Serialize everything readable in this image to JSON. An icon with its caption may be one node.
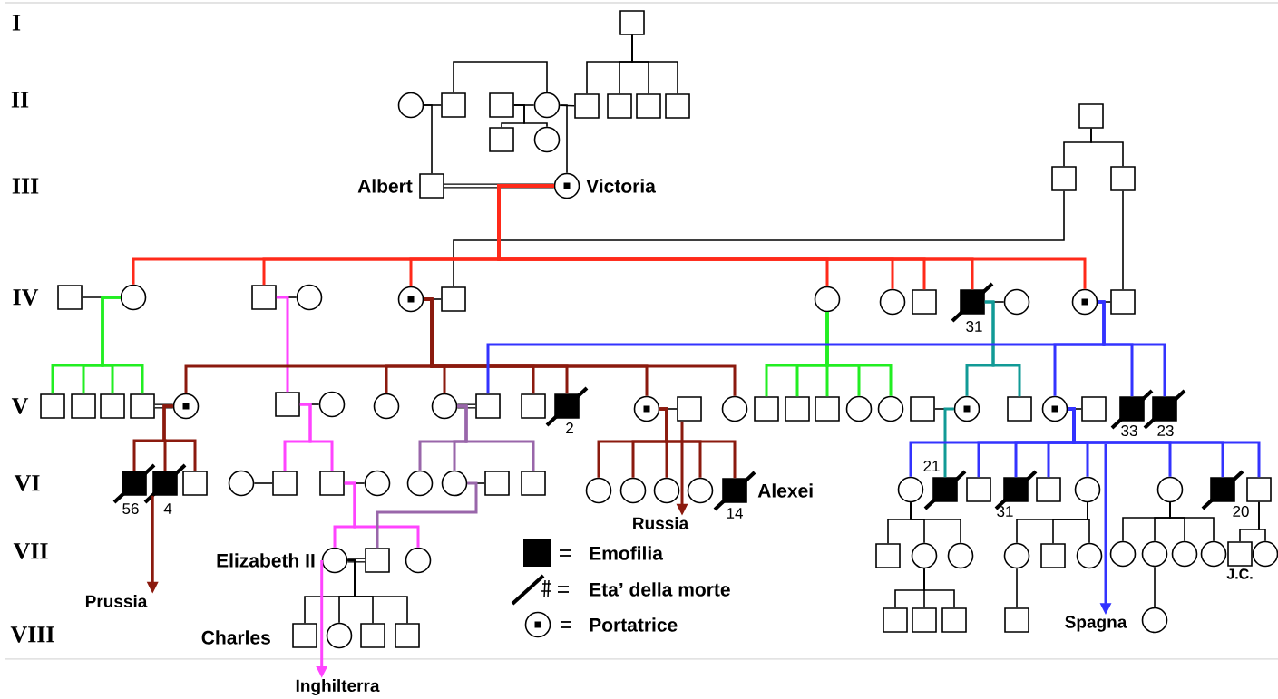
{
  "diagram": {
    "nodes": [
      {
        "text": [],
        "shape": "box"
      },
      {
        "text": [],
        "shape": "box"
      },
      {
        "text": [],
        "shape": "circle"
      },
      {
        "text": [],
        "shape": "box"
      },
      {
        "text": [],
        "shape": "box"
      },
      {
        "text": [],
        "shape": "circle"
      },
      {
        "text": [],
        "shape": "box"
      },
      {
        "text": [],
        "shape": "box"
      },
      {
        "text": [],
        "shape": "box"
      },
      {
        "text": [],
        "shape": "box"
      },
      {
        "text": [],
        "shape": "box"
      },
      {
        "text": [],
        "shape": "circle"
      },
      {
        "text": [],
        "shape": "box"
      },
      {
        "text": [],
        "shape": "box"
      },
      {
        "text": [],
        "shape": "box",
        "beside": [
          "Albert"
        ]
      },
      {
        "text": [],
        "shape": "dot-circle",
        "beside": [
          "Victoria"
        ]
      },
      {
        "text": [],
        "shape": "box"
      },
      {
        "text": [],
        "shape": "circle"
      },
      {
        "text": [],
        "shape": "box"
      },
      {
        "text": [],
        "shape": "circle"
      },
      {
        "text": [],
        "shape": "dot-circle"
      },
      {
        "text": [],
        "shape": "box"
      },
      {
        "text": [],
        "shape": "circle"
      },
      {
        "text": [],
        "shape": "circle"
      },
      {
        "text": [],
        "shape": "box"
      },
      {
        "text": [],
        "shape": "filled-box",
        "beside": [
          "31"
        ]
      },
      {
        "text": [],
        "shape": "circle"
      },
      {
        "text": [],
        "shape": "dot-circle"
      },
      {
        "text": [],
        "shape": "box"
      },
      {
        "text": [],
        "shape": "box"
      },
      {
        "text": [],
        "shape": "box"
      },
      {
        "text": [],
        "shape": "box"
      },
      {
        "text": [],
        "shape": "box"
      },
      {
        "text": [],
        "shape": "dot-circle"
      },
      {
        "text": [],
        "shape": "box"
      },
      {
        "text": [],
        "shape": "circle"
      },
      {
        "text": [],
        "shape": "circle"
      },
      {
        "text": [],
        "shape": "circle"
      },
      {
        "text": [],
        "shape": "box"
      },
      {
        "text": [],
        "shape": "box"
      },
      {
        "text": [],
        "shape": "filled-box",
        "beside": [
          "2"
        ]
      },
      {
        "text": [],
        "shape": "dot-circle"
      },
      {
        "text": [],
        "shape": "box"
      },
      {
        "text": [],
        "shape": "circle"
      },
      {
        "text": [],
        "shape": "box"
      },
      {
        "text": [],
        "shape": "box"
      },
      {
        "text": [],
        "shape": "box"
      },
      {
        "text": [],
        "shape": "circle"
      },
      {
        "text": [],
        "shape": "circle"
      },
      {
        "text": [],
        "shape": "box"
      },
      {
        "text": [],
        "shape": "dot-circle"
      },
      {
        "text": [],
        "shape": "box"
      },
      {
        "text": [],
        "shape": "dot-circle"
      },
      {
        "text": [],
        "shape": "box"
      },
      {
        "text": [],
        "shape": "filled-box",
        "beside": [
          "33"
        ]
      },
      {
        "text": [],
        "shape": "filled-box",
        "beside": [
          "23"
        ]
      },
      {
        "text": [],
        "shape": "filled-box",
        "beside": [
          "56"
        ]
      },
      {
        "text": [],
        "shape": "filled-box",
        "beside": [
          "4"
        ]
      },
      {
        "text": [],
        "shape": "box"
      },
      {
        "text": [],
        "shape": "circle"
      },
      {
        "text": [],
        "shape": "box"
      },
      {
        "text": [],
        "shape": "box"
      },
      {
        "text": [],
        "shape": "circle"
      },
      {
        "text": [],
        "shape": "circle"
      },
      {
        "text": [],
        "shape": "circle"
      },
      {
        "text": [],
        "shape": "box"
      },
      {
        "text": [],
        "shape": "box"
      },
      {
        "text": [],
        "shape": "circle"
      },
      {
        "text": [],
        "shape": "circle"
      },
      {
        "text": [],
        "shape": "circle"
      },
      {
        "text": [],
        "shape": "circle"
      },
      {
        "text": [],
        "shape": "filled-box",
        "beside": [
          "14",
          "Alexei"
        ]
      },
      {
        "text": [],
        "shape": "circle"
      },
      {
        "text": [],
        "shape": "filled-box",
        "beside": [
          "21"
        ]
      },
      {
        "text": [],
        "shape": "box"
      },
      {
        "text": [],
        "shape": "filled-box",
        "beside": [
          "31"
        ]
      },
      {
        "text": [],
        "shape": "box"
      },
      {
        "text": [],
        "shape": "circle"
      },
      {
        "text": [],
        "shape": "circle"
      },
      {
        "text": [],
        "shape": "filled-box",
        "beside": [
          "20"
        ]
      },
      {
        "text": [],
        "shape": "box"
      },
      {
        "text": [],
        "shape": "circle",
        "beside": [
          "Elizabeth II"
        ]
      },
      {
        "text": [],
        "shape": "box"
      },
      {
        "text": [],
        "shape": "circle"
      },
      {
        "text": [],
        "shape": "box"
      },
      {
        "text": [],
        "shape": "circle"
      },
      {
        "text": [],
        "shape": "circle"
      },
      {
        "text": [],
        "shape": "circle"
      },
      {
        "text": [],
        "shape": "box"
      },
      {
        "text": [],
        "shape": "circle"
      },
      {
        "text": [],
        "shape": "circle"
      },
      {
        "text": [],
        "shape": "circle"
      },
      {
        "text": [],
        "shape": "circle"
      },
      {
        "text": [],
        "shape": "circle"
      },
      {
        "text": [],
        "shape": "box",
        "beside": [
          "J.C."
        ]
      },
      {
        "text": [],
        "shape": "circle"
      },
      {
        "text": [],
        "shape": "box",
        "beside": [
          "Charles"
        ]
      },
      {
        "text": [],
        "shape": "circle"
      },
      {
        "text": [],
        "shape": "box"
      },
      {
        "text": [],
        "shape": "box"
      },
      {
        "text": [],
        "shape": "box"
      },
      {
        "text": [],
        "shape": "box"
      },
      {
        "text": [],
        "shape": "box"
      },
      {
        "text": [],
        "shape": "box"
      },
      {
        "text": [],
        "shape": "circle"
      },
      {
        "text": [
          "Prussia"
        ]
      },
      {
        "text": [
          "Russia"
        ]
      },
      {
        "text": [
          "Inghilterra"
        ]
      },
      {
        "text": [
          "Spagna"
        ]
      }
    ],
    "edges": [
      {
        "from": 0,
        "to": 6,
        "arrow": "none"
      },
      {
        "from": 0,
        "to": 7,
        "arrow": "none"
      },
      {
        "from": 0,
        "to": 8,
        "arrow": "none"
      },
      {
        "from": 0,
        "to": 9,
        "arrow": "none"
      },
      {
        "from": 3,
        "to": 5,
        "arrow": "none"
      },
      {
        "from": 2,
        "to": 3,
        "arrow": "none"
      },
      {
        "from": 4,
        "to": 5,
        "arrow": "none"
      },
      {
        "from": 5,
        "to": 6,
        "arrow": "none"
      },
      {
        "from": 2,
        "to": 14,
        "arrow": "none"
      },
      {
        "from": 4,
        "to": 10,
        "arrow": "none"
      },
      {
        "from": 4,
        "to": 11,
        "arrow": "none"
      },
      {
        "from": 5,
        "to": 15,
        "arrow": "none"
      },
      {
        "from": 1,
        "to": 12,
        "arrow": "none"
      },
      {
        "from": 1,
        "to": 13,
        "arrow": "none"
      },
      {
        "from": 12,
        "to": 21,
        "arrow": "none"
      },
      {
        "from": 13,
        "to": 28,
        "arrow": "none"
      },
      {
        "from": 14,
        "to": 15,
        "arrow": "none"
      },
      {
        "from": 15,
        "to": 17,
        "arrow": "none",
        "color": "#ff2a1a"
      },
      {
        "from": 15,
        "to": 18,
        "arrow": "none",
        "color": "#ff2a1a"
      },
      {
        "from": 15,
        "to": 20,
        "arrow": "none",
        "color": "#ff2a1a"
      },
      {
        "from": 15,
        "to": 22,
        "arrow": "none",
        "color": "#ff2a1a"
      },
      {
        "from": 15,
        "to": 23,
        "arrow": "none",
        "color": "#ff2a1a"
      },
      {
        "from": 15,
        "to": 24,
        "arrow": "none",
        "color": "#ff2a1a"
      },
      {
        "from": 15,
        "to": 25,
        "arrow": "none",
        "color": "#ff2a1a"
      },
      {
        "from": 15,
        "to": 27,
        "arrow": "none",
        "color": "#ff2a1a"
      },
      {
        "from": 16,
        "to": 17,
        "arrow": "none"
      },
      {
        "from": 18,
        "to": 19,
        "arrow": "none"
      },
      {
        "from": 20,
        "to": 21,
        "arrow": "none"
      },
      {
        "from": 25,
        "to": 26,
        "arrow": "none"
      },
      {
        "from": 27,
        "to": 28,
        "arrow": "none"
      },
      {
        "from": 17,
        "to": 29,
        "arrow": "none",
        "color": "#22ee22"
      },
      {
        "from": 17,
        "to": 30,
        "arrow": "none",
        "color": "#22ee22"
      },
      {
        "from": 17,
        "to": 31,
        "arrow": "none",
        "color": "#22ee22"
      },
      {
        "from": 17,
        "to": 32,
        "arrow": "none",
        "color": "#22ee22"
      },
      {
        "from": 18,
        "to": 34,
        "arrow": "none",
        "color": "#ff44ff"
      },
      {
        "from": 20,
        "to": 33,
        "arrow": "none",
        "color": "#8b1a0e"
      },
      {
        "from": 20,
        "to": 36,
        "arrow": "none",
        "color": "#8b1a0e"
      },
      {
        "from": 20,
        "to": 37,
        "arrow": "none",
        "color": "#8b1a0e"
      },
      {
        "from": 20,
        "to": 39,
        "arrow": "none",
        "color": "#8b1a0e"
      },
      {
        "from": 20,
        "to": 40,
        "arrow": "none",
        "color": "#8b1a0e"
      },
      {
        "from": 20,
        "to": 41,
        "arrow": "none",
        "color": "#8b1a0e"
      },
      {
        "from": 20,
        "to": 43,
        "arrow": "none",
        "color": "#8b1a0e"
      },
      {
        "from": 22,
        "to": 44,
        "arrow": "none",
        "color": "#22ee22"
      },
      {
        "from": 22,
        "to": 45,
        "arrow": "none",
        "color": "#22ee22"
      },
      {
        "from": 22,
        "to": 46,
        "arrow": "none",
        "color": "#22ee22"
      },
      {
        "from": 22,
        "to": 47,
        "arrow": "none",
        "color": "#22ee22"
      },
      {
        "from": 22,
        "to": 48,
        "arrow": "none",
        "color": "#22ee22"
      },
      {
        "from": 25,
        "to": 50,
        "arrow": "none",
        "color": "#119a96"
      },
      {
        "from": 25,
        "to": 51,
        "arrow": "none",
        "color": "#119a96"
      },
      {
        "from": 27,
        "to": 38,
        "arrow": "none",
        "color": "#3333ff"
      },
      {
        "from": 27,
        "to": 52,
        "arrow": "none",
        "color": "#3333ff"
      },
      {
        "from": 27,
        "to": 54,
        "arrow": "none",
        "color": "#3333ff"
      },
      {
        "from": 27,
        "to": 55,
        "arrow": "none",
        "color": "#3333ff"
      },
      {
        "from": 32,
        "to": 33,
        "arrow": "none"
      },
      {
        "from": 34,
        "to": 35,
        "arrow": "none"
      },
      {
        "from": 37,
        "to": 38,
        "arrow": "none"
      },
      {
        "from": 41,
        "to": 42,
        "arrow": "none"
      },
      {
        "from": 49,
        "to": 50,
        "arrow": "none"
      },
      {
        "from": 52,
        "to": 53,
        "arrow": "none"
      },
      {
        "from": 33,
        "to": 56,
        "arrow": "none",
        "color": "#8b1a0e"
      },
      {
        "from": 33,
        "to": 57,
        "arrow": "none",
        "color": "#8b1a0e"
      },
      {
        "from": 33,
        "to": 58,
        "arrow": "none",
        "color": "#8b1a0e"
      },
      {
        "from": 34,
        "to": 60,
        "arrow": "none",
        "color": "#ff44ff"
      },
      {
        "from": 34,
        "to": 61,
        "arrow": "none",
        "color": "#ff44ff"
      },
      {
        "from": 37,
        "to": 63,
        "arrow": "none",
        "color": "#9966aa"
      },
      {
        "from": 37,
        "to": 64,
        "arrow": "none",
        "color": "#9966aa"
      },
      {
        "from": 37,
        "to": 66,
        "arrow": "none",
        "color": "#9966aa"
      },
      {
        "from": 41,
        "to": 67,
        "arrow": "none",
        "color": "#8b1a0e"
      },
      {
        "from": 41,
        "to": 68,
        "arrow": "none",
        "color": "#8b1a0e"
      },
      {
        "from": 41,
        "to": 69,
        "arrow": "none",
        "color": "#8b1a0e"
      },
      {
        "from": 41,
        "to": 70,
        "arrow": "none",
        "color": "#8b1a0e"
      },
      {
        "from": 41,
        "to": 71,
        "arrow": "none",
        "color": "#8b1a0e"
      },
      {
        "from": 50,
        "to": 73,
        "arrow": "none",
        "color": "#119a96"
      },
      {
        "from": 52,
        "to": 72,
        "arrow": "none",
        "color": "#3333ff"
      },
      {
        "from": 52,
        "to": 74,
        "arrow": "none",
        "color": "#3333ff"
      },
      {
        "from": 52,
        "to": 75,
        "arrow": "none",
        "color": "#3333ff"
      },
      {
        "from": 52,
        "to": 76,
        "arrow": "none",
        "color": "#3333ff"
      },
      {
        "from": 52,
        "to": 77,
        "arrow": "none",
        "color": "#3333ff"
      },
      {
        "from": 52,
        "to": 78,
        "arrow": "none",
        "color": "#3333ff"
      },
      {
        "from": 52,
        "to": 79,
        "arrow": "none",
        "color": "#3333ff"
      },
      {
        "from": 52,
        "to": 80,
        "arrow": "none",
        "color": "#3333ff"
      },
      {
        "from": 59,
        "to": 60,
        "arrow": "none"
      },
      {
        "from": 61,
        "to": 62,
        "arrow": "none"
      },
      {
        "from": 64,
        "to": 65,
        "arrow": "none"
      },
      {
        "from": 61,
        "to": 81,
        "arrow": "none",
        "color": "#ff44ff"
      },
      {
        "from": 61,
        "to": 83,
        "arrow": "none",
        "color": "#ff44ff"
      },
      {
        "from": 64,
        "to": 82,
        "arrow": "none",
        "color": "#9966aa"
      },
      {
        "from": 81,
        "to": 82,
        "arrow": "none"
      },
      {
        "from": 81,
        "to": 96,
        "arrow": "none"
      },
      {
        "from": 81,
        "to": 97,
        "arrow": "none"
      },
      {
        "from": 81,
        "to": 98,
        "arrow": "none"
      },
      {
        "from": 81,
        "to": 99,
        "arrow": "none"
      },
      {
        "from": 72,
        "to": 84,
        "arrow": "none"
      },
      {
        "from": 72,
        "to": 85,
        "arrow": "none"
      },
      {
        "from": 72,
        "to": 86,
        "arrow": "none"
      },
      {
        "from": 85,
        "to": 100,
        "arrow": "none"
      },
      {
        "from": 85,
        "to": 101,
        "arrow": "none"
      },
      {
        "from": 85,
        "to": 102,
        "arrow": "none"
      },
      {
        "from": 77,
        "to": 87,
        "arrow": "none"
      },
      {
        "from": 77,
        "to": 88,
        "arrow": "none"
      },
      {
        "from": 77,
        "to": 89,
        "arrow": "none"
      },
      {
        "from": 87,
        "to": 103,
        "arrow": "none"
      },
      {
        "from": 78,
        "to": 90,
        "arrow": "none"
      },
      {
        "from": 78,
        "to": 91,
        "arrow": "none"
      },
      {
        "from": 78,
        "to": 92,
        "arrow": "none"
      },
      {
        "from": 78,
        "to": 93,
        "arrow": "none"
      },
      {
        "from": 91,
        "to": 104,
        "arrow": "none"
      },
      {
        "from": 80,
        "to": 94,
        "arrow": "none"
      },
      {
        "from": 80,
        "to": 95,
        "arrow": "none"
      },
      {
        "from": 57,
        "to": 105,
        "arrow": "to",
        "color": "#8b1a0e"
      },
      {
        "from": 42,
        "to": 106,
        "arrow": "to",
        "color": "#8b1a0e"
      },
      {
        "from": 81,
        "to": 107,
        "arrow": "to",
        "color": "#ff44ff"
      },
      {
        "from": null,
        "to": 108,
        "arrow": "to",
        "color": "#3333ff"
      }
    ],
    "labels": [
      "I",
      "II",
      "III",
      "IV",
      "V",
      "VI",
      "VII",
      "VIII"
    ],
    "legend": [
      {
        "text": "Emofilia"
      },
      {
        "text": "Eta’ della morte"
      },
      {
        "text": "Portatrice"
      }
    ]
  }
}
